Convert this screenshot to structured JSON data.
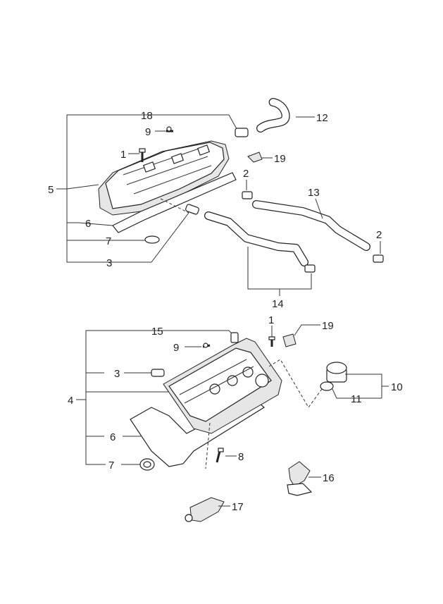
{
  "callouts": {
    "upper": {
      "n18": "18",
      "n9": "9",
      "n12": "12",
      "n1": "1",
      "n19": "19",
      "n2a": "2",
      "n5": "5",
      "n13": "13",
      "n6": "6",
      "n2b": "2",
      "n7": "7",
      "n3": "3",
      "n14": "14"
    },
    "lower": {
      "n1": "1",
      "n19": "19",
      "n15": "15",
      "n9": "9",
      "n3": "3",
      "n10": "10",
      "n4": "4",
      "n11": "11",
      "n6": "6",
      "n8": "8",
      "n7": "7",
      "n16": "16",
      "n17": "17"
    }
  },
  "icons": {
    "head_cover": "rocker-cover-icon",
    "hose": "breather-hose-icon",
    "clamp": "hose-clamp-icon",
    "bolt": "bolt-icon",
    "gasket": "gasket-icon",
    "oil_cap": "oil-filler-cap-icon",
    "pcv_valve": "pcv-valve-icon"
  },
  "colors": {
    "line": "#222222",
    "background": "#ffffff"
  }
}
